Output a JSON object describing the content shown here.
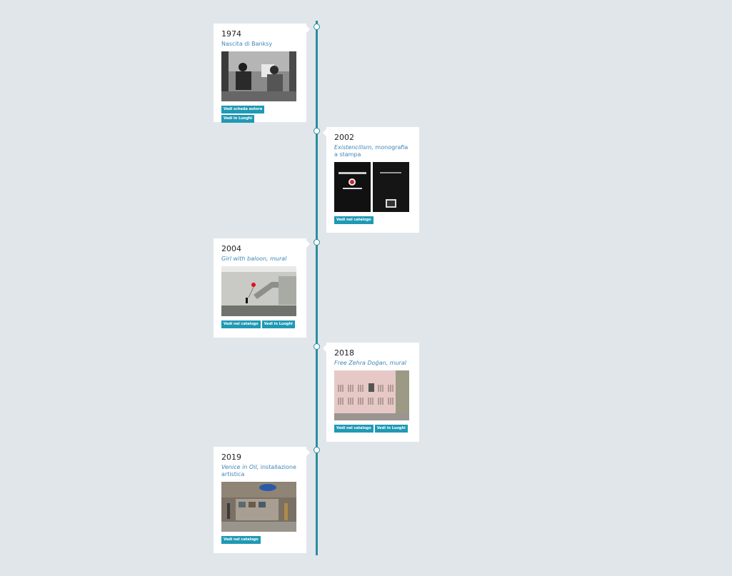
{
  "timeline": {
    "events": [
      {
        "year": "1974",
        "title_italic": "",
        "title_rest": "Nascita di Banksy",
        "image_desc": "street-portrait-photo",
        "buttons": [
          "Vedi scheda autore",
          "Vedi in Luoghi"
        ]
      },
      {
        "year": "2002",
        "title_italic": "Existencilism,",
        "title_rest": " monografia a stampa",
        "image_desc": "book-covers",
        "buttons": [
          "Vedi nel catalogo"
        ]
      },
      {
        "year": "2004",
        "title_italic": "Girl with baloon, mural",
        "title_rest": "",
        "image_desc": "girl-with-balloon-mural-photo",
        "buttons": [
          "Vedi nel catalogo",
          "Vedi in Luoghi"
        ]
      },
      {
        "year": "2018",
        "title_italic": "Free Zehra Doğan, mural",
        "title_rest": "",
        "image_desc": "free-zehra-dogan-mural-photo",
        "buttons": [
          "Vedi nel catalogo",
          "Vedi in Luoghi"
        ]
      },
      {
        "year": "2019",
        "title_italic": "Venice in Oil,",
        "title_rest": " installazione artistica",
        "image_desc": "venice-in-oil-photo",
        "buttons": [
          "Vedi nel catalogo"
        ]
      }
    ]
  },
  "colors": {
    "background": "#e1e6ea",
    "line": "#2b8ea0",
    "button": "#1f99b4",
    "subtitle": "#3d86b8"
  }
}
